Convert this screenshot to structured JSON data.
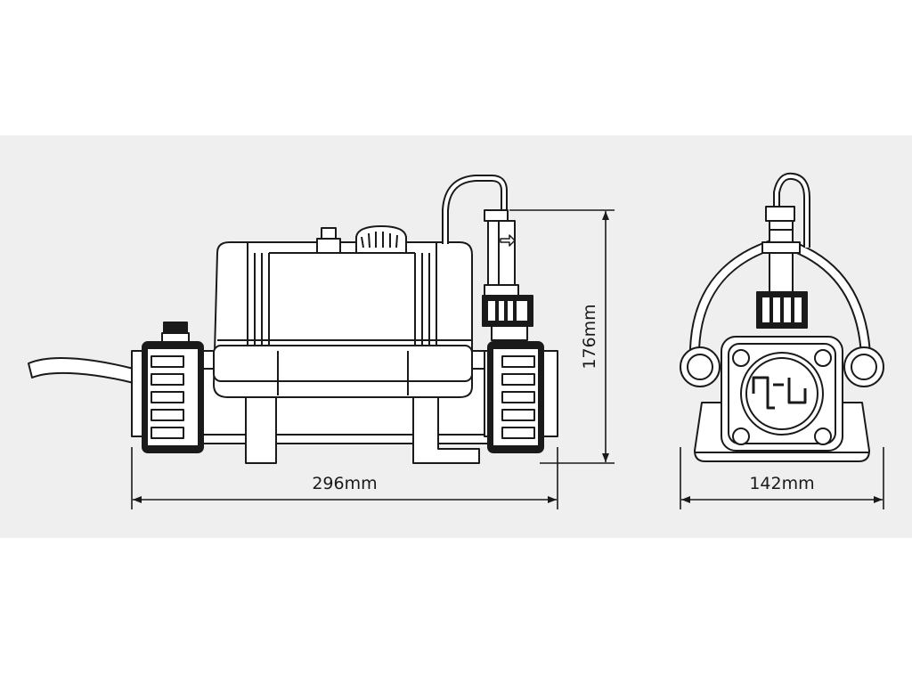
{
  "colors": {
    "panel_background": "#efefef",
    "page_background": "#ffffff",
    "line": "#1a1a1a",
    "fill": "#ffffff"
  },
  "dimensions": {
    "width_label": "296mm",
    "height_label": "176mm",
    "depth_label": "142mm"
  }
}
